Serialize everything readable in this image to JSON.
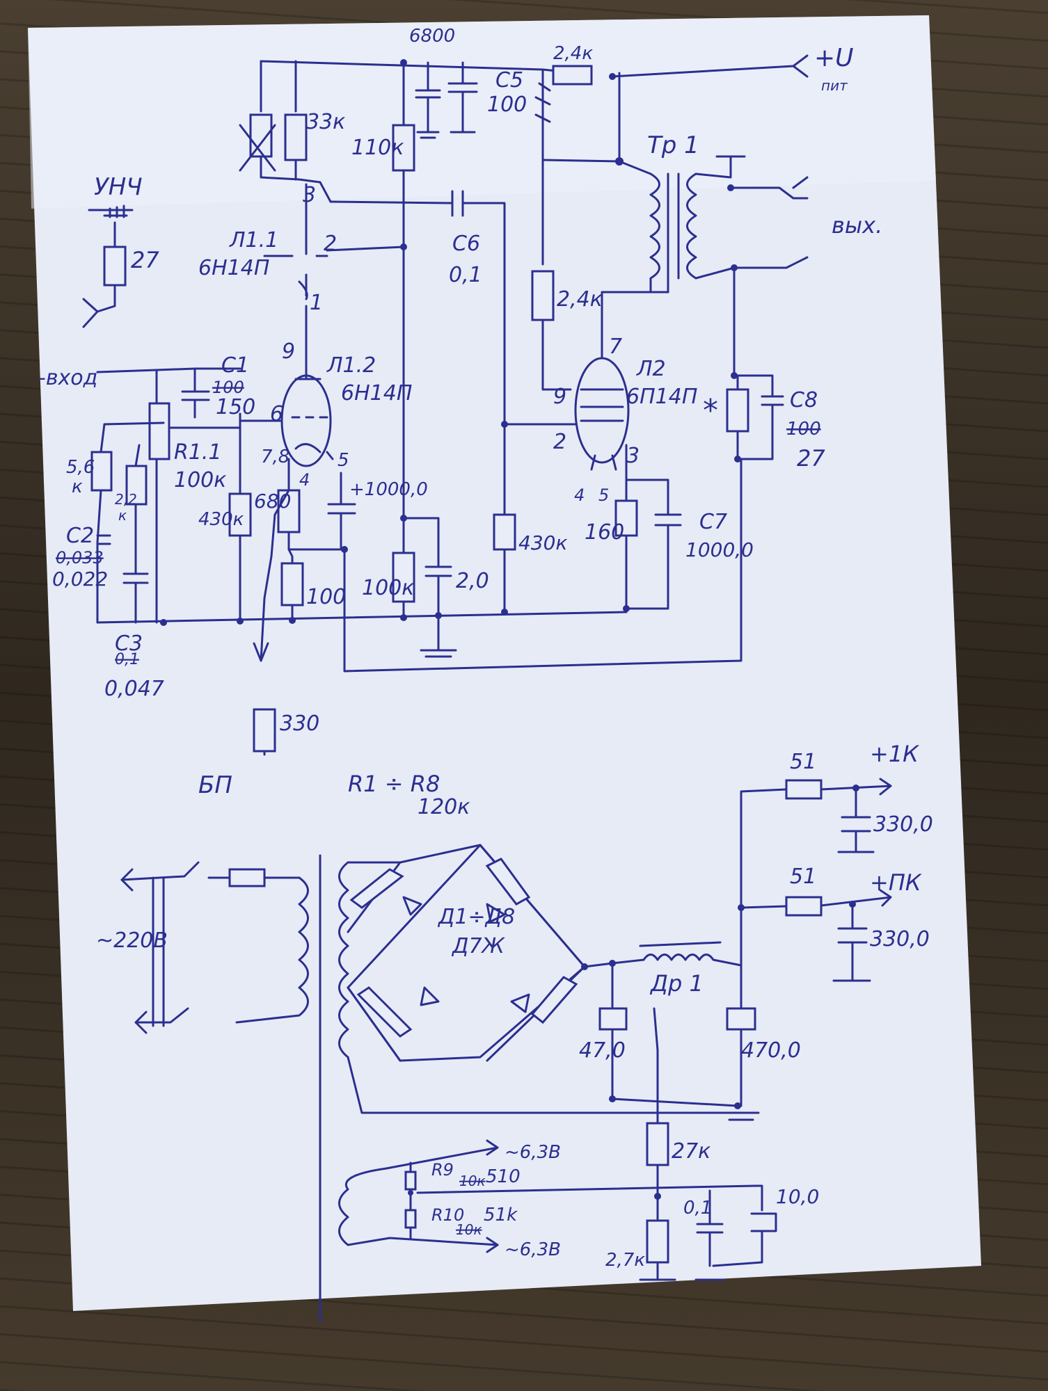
{
  "amp": {
    "unch": "УНЧ",
    "r27": "27",
    "vhod": "-вход",
    "r68": "6800",
    "c5": "С5",
    "c5v": "100",
    "r24top": "2,4к",
    "upit": "+U",
    "pit": "пит",
    "r33k": "33к",
    "r110k": "110к",
    "p3": "3",
    "l11": "Л1.1",
    "l11t": "6Н14П",
    "p2": "2",
    "p1": "1",
    "c6": "С6",
    "c6v": "0,1",
    "tr": "Тр 1",
    "vyh": "вых.",
    "r24k": "2,4к",
    "p9a": "9",
    "l12": "Л1.2",
    "l12t": "6Н14П",
    "c1": "С1",
    "c1old": "100",
    "c1v": "150",
    "p6": "6",
    "r11": "R1.1",
    "r11v": "100к",
    "r56": "5,6",
    "r56k": "к",
    "p78": "7,8",
    "p5a": "5",
    "p4a": "4",
    "c1000a": "+1000,0",
    "r22": "2,2",
    "r22k": "к",
    "r430a": "430к",
    "r680": "680",
    "c2": "С2",
    "c2old": "0,033",
    "c2v": "0,022",
    "r100": "100",
    "r100k": "100к",
    "c20": "2,0",
    "c3": "С3",
    "c3old": "0,1",
    "c3v": "0,047",
    "r330": "330",
    "p7": "7",
    "l2": "Л2",
    "l2t": "6П14П",
    "p9b": "9",
    "p2b": "2",
    "p3b": "3",
    "p4b": "4",
    "p5b": "5",
    "star": "*",
    "c8": "С8",
    "c8old": "100",
    "c8v": "27",
    "r430b": "430к",
    "r160": "160",
    "c7": "С7",
    "c7v": "1000,0"
  },
  "psu": {
    "bp": "БП",
    "r18": "R1 ÷ R8",
    "r18v": "120к",
    "ac220": "~220В",
    "d": "Д1÷Д8",
    "dt": "Д7Ж",
    "r51a": "51",
    "plus1k": "+1К",
    "c330a": "330,0",
    "r51b": "51",
    "pluspk": "+ПК",
    "c330b": "330,0",
    "dr": "Др 1",
    "c47": "47,0",
    "c470": "470,0",
    "r27k": "27к",
    "r9": "R9",
    "r9old": "10к",
    "r9v": "510",
    "r10": "R10",
    "r10old": "10к",
    "r10v": "51k",
    "ac63a": "~6,3В",
    "ac63b": "~6,3В",
    "c01": "0,1",
    "c10": "10,0",
    "r27k2": "2,7к"
  }
}
